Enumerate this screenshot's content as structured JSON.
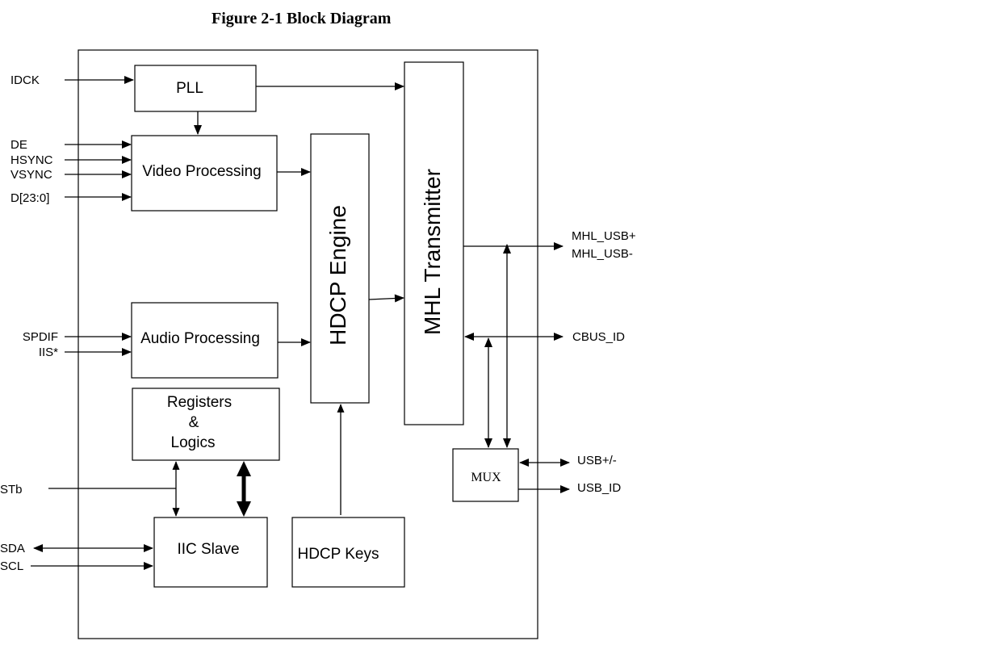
{
  "title": "Figure 2-1  Block Diagram",
  "blocks": {
    "pll": "PLL",
    "video": "Video Processing",
    "audio": "Audio Processing",
    "registers": [
      "Registers",
      "&",
      "Logics"
    ],
    "iic": "IIC Slave",
    "hdcp_keys": "HDCP Keys",
    "hdcp_engine": "HDCP Engine",
    "mhl_tx": "MHL Transmitter",
    "mux": "MUX"
  },
  "signals": {
    "idck": "IDCK",
    "de": "DE",
    "hsync": "HSYNC",
    "vsync": "VSYNC",
    "data": "D[23:0]",
    "spdif": "SPDIF",
    "iis": "IIS*",
    "rstb": "STb",
    "sda": "SDA",
    "scl": "SCL",
    "mhl_usb_p": "MHL_USB+",
    "mhl_usb_n": "MHL_USB-",
    "cbus_id": "CBUS_ID",
    "usb_pm": "USB+/-",
    "usb_id": "USB_ID"
  }
}
